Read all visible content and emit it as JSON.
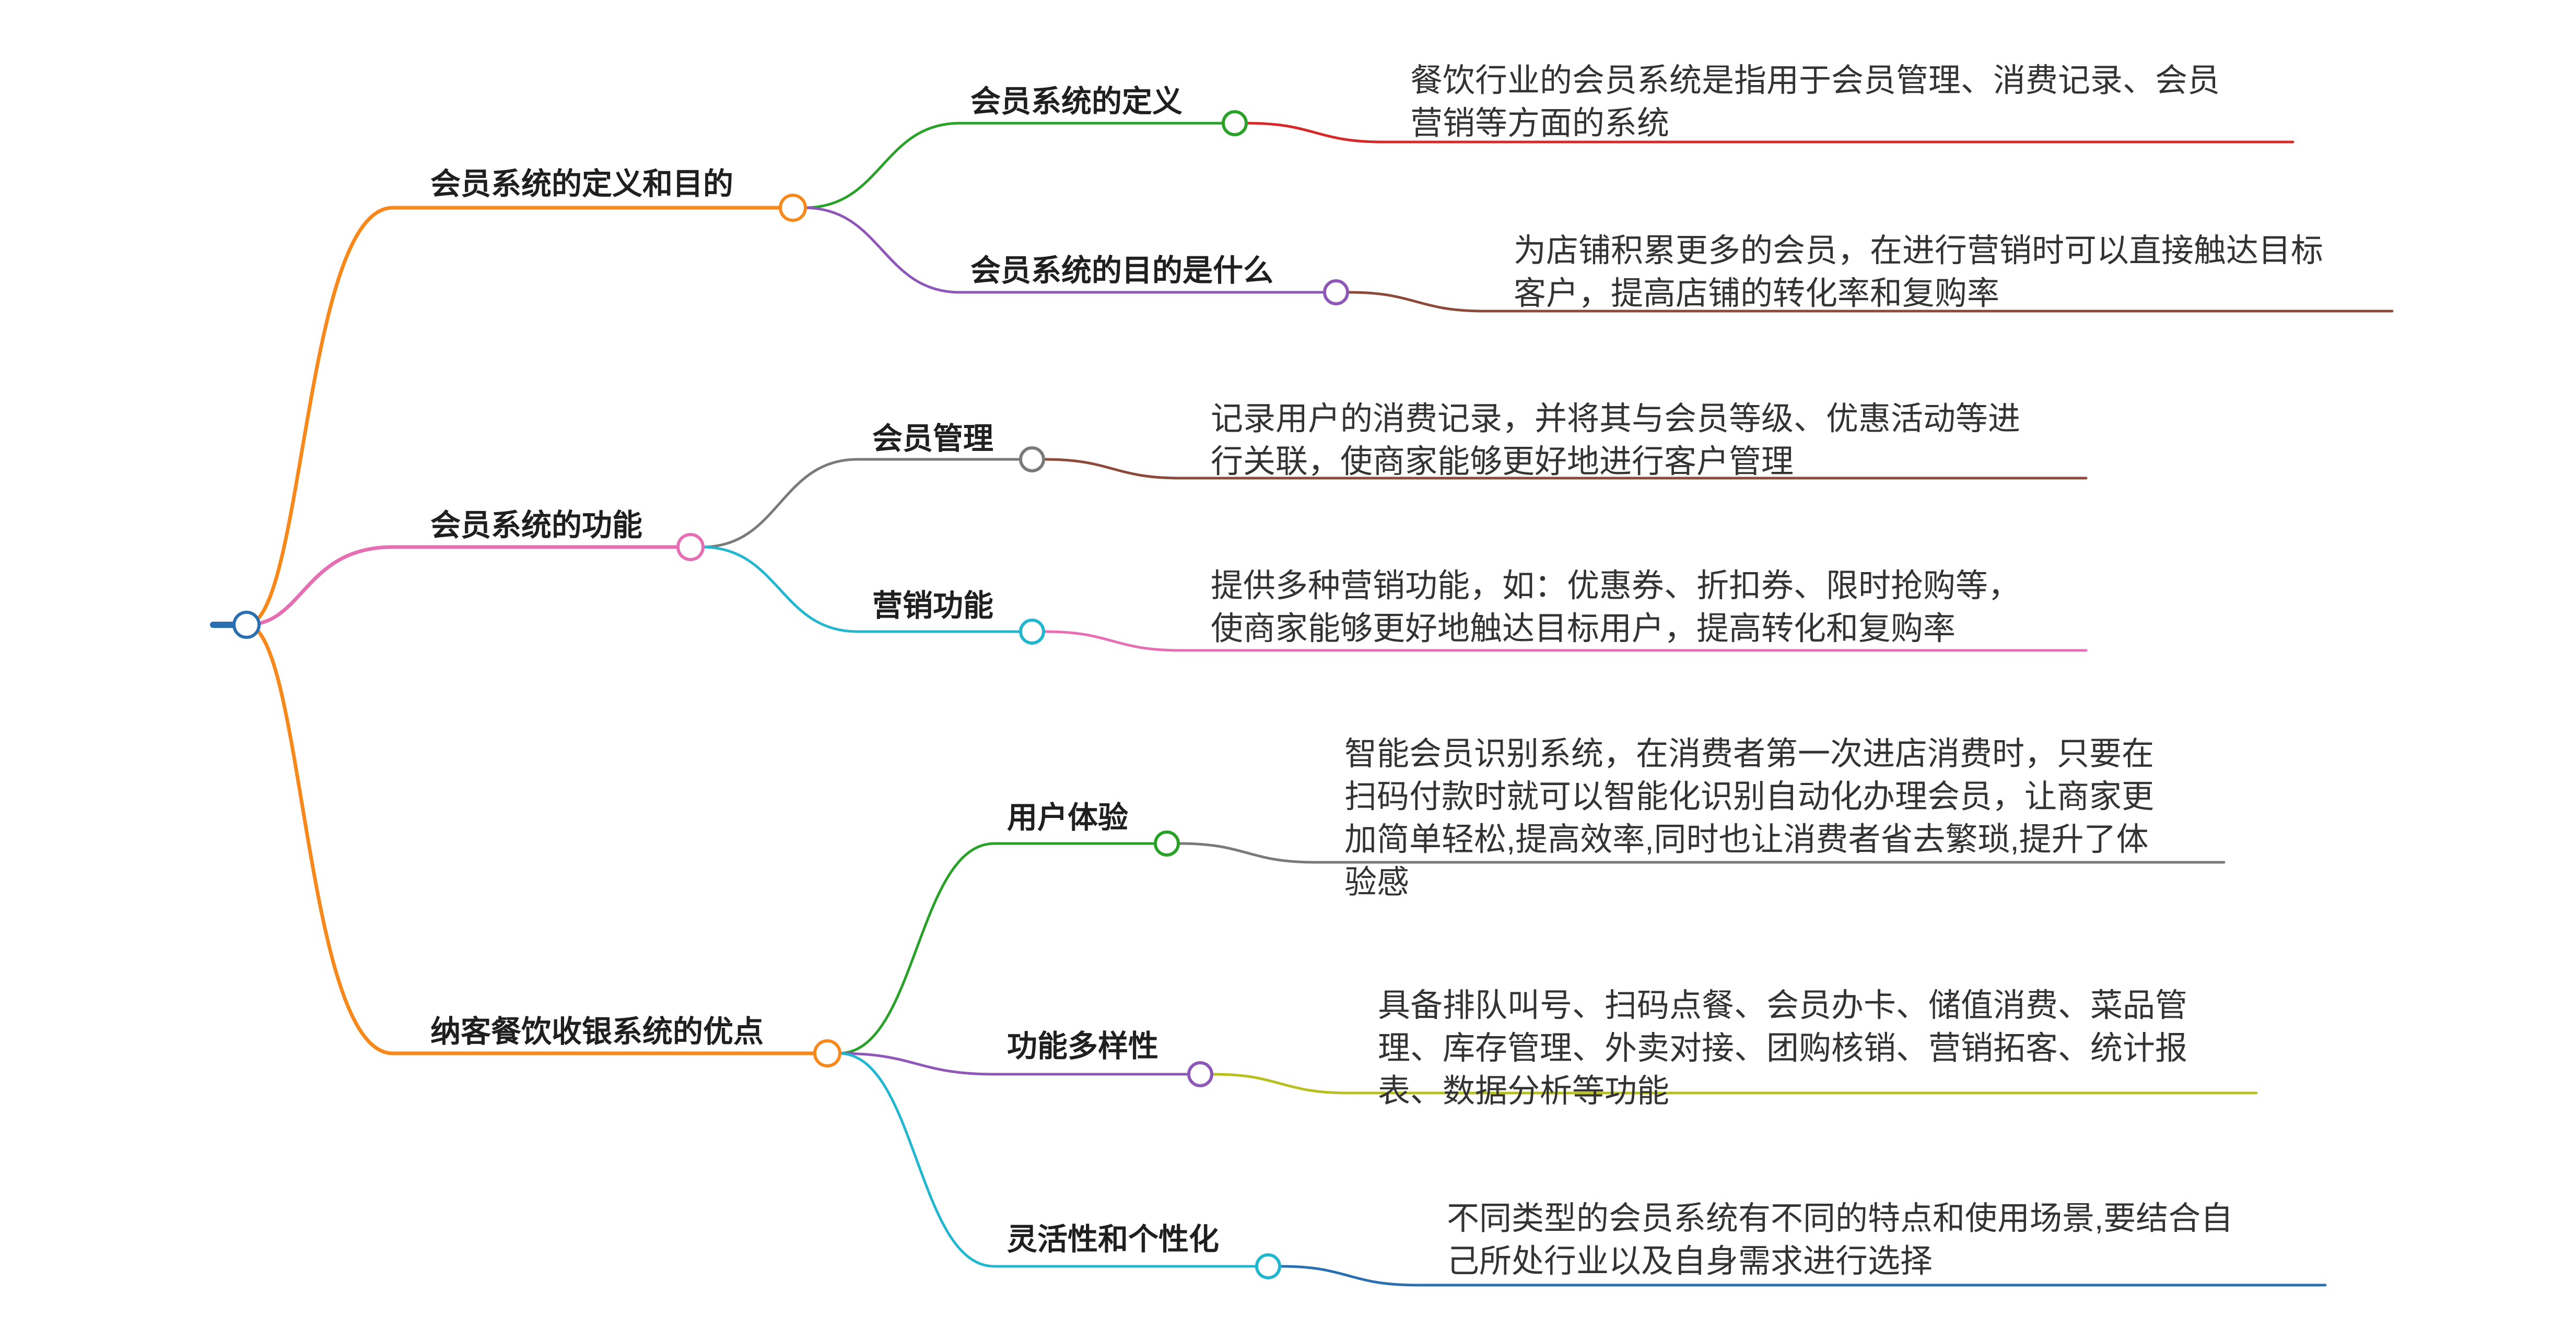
{
  "mindmap": {
    "branches": [
      {
        "label": "会员系统的定义和目的",
        "color": "#f7891c",
        "children": [
          {
            "label": "会员系统的定义",
            "color": "#2aa22a",
            "node_color": "#2aa22a",
            "desc_color": "#d62a2a",
            "desc_lines": [
              "餐饮行业的会员系统是指用于会员管理、消费记录、会员",
              "营销等方面的系统"
            ]
          },
          {
            "label": "会员系统的目的是什么",
            "color": "#8e58b8",
            "node_color": "#8e58b8",
            "desc_color": "#8b4a3a",
            "desc_lines": [
              "为店铺积累更多的会员，在进行营销时可以直接触达目标",
              "客户，提高店铺的转化率和复购率"
            ]
          }
        ]
      },
      {
        "label": "会员系统的功能",
        "color": "#e66fb4",
        "children": [
          {
            "label": "会员管理",
            "color": "#7a7a7a",
            "node_color": "#7a7a7a",
            "desc_color": "#8b4a3a",
            "desc_lines": [
              "记录用户的消费记录，并将其与会员等级、优惠活动等进",
              "行关联，使商家能够更好地进行客户管理"
            ]
          },
          {
            "label": "营销功能",
            "color": "#23b7cf",
            "node_color": "#23b7cf",
            "desc_color": "#e66fb4",
            "desc_lines": [
              "提供多种营销功能，如：优惠券、折扣券、限时抢购等，",
              "使商家能够更好地触达目标用户，提高转化和复购率"
            ]
          }
        ]
      },
      {
        "label": "纳客餐饮收银系统的优点",
        "color": "#f7891c",
        "children": [
          {
            "label": "用户体验",
            "color": "#2aa22a",
            "node_color": "#2aa22a",
            "desc_color": "#7a7a7a",
            "desc_lines": [
              "智能会员识别系统，在消费者第一次进店消费时，只要在",
              "扫码付款时就可以智能化识别自动化办理会员，让商家更",
              "加简单轻松,提高效率,同时也让消费者省去繁琐,提升了体",
              "验感"
            ]
          },
          {
            "label": "功能多样性",
            "color": "#8e58b8",
            "node_color": "#8e58b8",
            "desc_color": "#b8c020",
            "desc_lines": [
              "具备排队叫号、扫码点餐、会员办卡、储值消费、菜品管",
              "理、库存管理、外卖对接、团购核销、营销拓客、统计报",
              "表、数据分析等功能"
            ]
          },
          {
            "label": "灵活性和个性化",
            "color": "#23b7cf",
            "node_color": "#23b7cf",
            "desc_color": "#2a6fb0",
            "desc_lines": [
              "不同类型的会员系统有不同的特点和使用场景,要结合自",
              "己所处行业以及自身需求进行选择"
            ]
          }
        ]
      }
    ],
    "root_color": "#2a6fb0"
  }
}
